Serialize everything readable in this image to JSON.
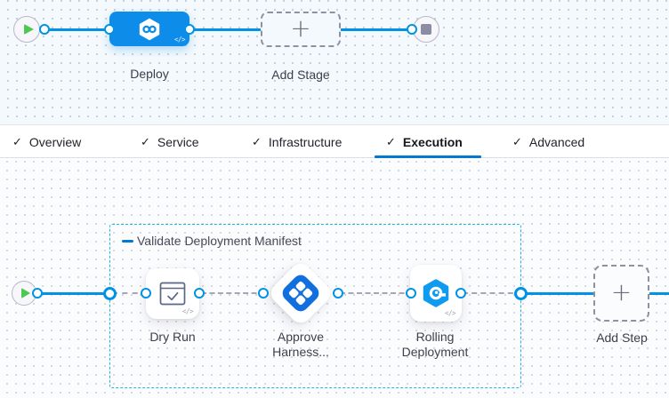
{
  "colors": {
    "accent_blue": "#0278d5",
    "line_blue": "#0092e4",
    "node_blue": "#0d8ce9",
    "group_border_cyan": "#21b6e8",
    "play_green": "#4dc952",
    "approve_icon_blue": "#1170dd",
    "rolling_icon_blue": "#0f9bf0"
  },
  "stage_pipeline": {
    "start_node": "play",
    "end_node": "stop",
    "stage": {
      "label": "Deploy",
      "icon": "harness-pipeline-icon",
      "code_badge": "</>"
    },
    "add_stage": {
      "label": "Add Stage",
      "icon": "plus-icon"
    }
  },
  "tabs": {
    "items": [
      {
        "label": "Overview",
        "checked": true,
        "active": false
      },
      {
        "label": "Service",
        "checked": true,
        "active": false
      },
      {
        "label": "Infrastructure",
        "checked": true,
        "active": false
      },
      {
        "label": "Execution",
        "checked": true,
        "active": true
      },
      {
        "label": "Advanced",
        "checked": true,
        "active": false
      }
    ]
  },
  "execution": {
    "step_group": {
      "label": "Validate Deployment Manifest"
    },
    "steps": [
      {
        "label": "Dry Run",
        "icon": "dry-run-icon",
        "code_badge": "</>"
      },
      {
        "label": "Approve Harness...",
        "icon": "approval-icon"
      },
      {
        "label": "Rolling Deployment",
        "icon": "rolling-deployment-icon",
        "code_badge": "</>"
      }
    ],
    "add_step": {
      "label": "Add Step",
      "icon": "plus-icon"
    }
  }
}
